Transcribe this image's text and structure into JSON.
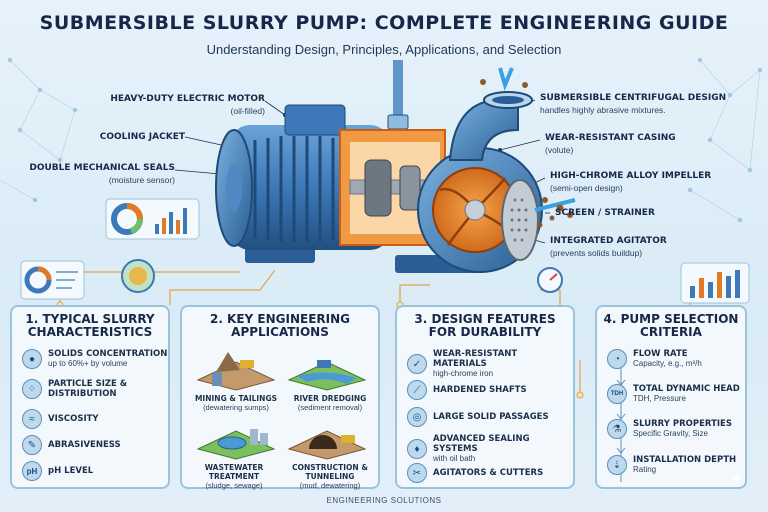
{
  "header": {
    "title": "SUBMERSIBLE SLURRY PUMP: COMPLETE ENGINEERING GUIDE",
    "subtitle": "Understanding Design, Principles, Applications, and Selection"
  },
  "callouts_left": [
    {
      "main": "HEAVY-DUTY ELECTRIC MOTOR",
      "sub": "(oil-filled)"
    },
    {
      "main": "COOLING JACKET",
      "sub": ""
    },
    {
      "main": "DOUBLE MECHANICAL SEALS",
      "sub": "(moisture sensor)"
    }
  ],
  "callouts_right": [
    {
      "main": "SUBMERSIBLE CENTRIFUGAL DESIGN",
      "sub": "handles highly abrasive mixtures."
    },
    {
      "main": "WEAR-RESISTANT CASING",
      "sub": "(volute)"
    },
    {
      "main": "HIGH-CHROME ALLOY IMPELLER",
      "sub": "(semi-open design)"
    },
    {
      "main": "SCREEN / STRAINER",
      "sub": ""
    },
    {
      "main": "INTEGRATED AGITATOR",
      "sub": "(prevents solids buildup)"
    }
  ],
  "panel1": {
    "title_line1": "1. TYPICAL SLURRY",
    "title_line2": "CHARACTERISTICS",
    "items": [
      {
        "main": "SOLIDS CONCENTRATION",
        "sub": "up to 60%+ by volume",
        "icon": "droplets-icon"
      },
      {
        "main": "PARTICLE SIZE &",
        "sub": "DISTRIBUTION",
        "icon": "particles-icon"
      },
      {
        "main": "VISCOSITY",
        "sub": "",
        "icon": "waves-icon"
      },
      {
        "main": "ABRASIVENESS",
        "sub": "",
        "icon": "wrench-icon"
      },
      {
        "main": "pH LEVEL",
        "sub": "",
        "icon": "ph-icon"
      }
    ]
  },
  "panel2": {
    "title_line1": "2. KEY ENGINEERING",
    "title_line2": "APPLICATIONS",
    "apps": [
      {
        "main": "MINING & TAILINGS",
        "sub": "(dewatering sumps)"
      },
      {
        "main": "RIVER DREDGING",
        "sub": "(sediment removal)"
      },
      {
        "main": "WASTEWATER TREATMENT",
        "sub": "(sludge, sewage)"
      },
      {
        "main": "CONSTRUCTION & TUNNELING",
        "sub": "(mud, dewatering)"
      }
    ]
  },
  "panel3": {
    "title_line1": "3. DESIGN FEATURES",
    "title_line2": "FOR DURABILITY",
    "items": [
      {
        "main": "WEAR-RESISTANT MATERIALS",
        "sub": "high-chrome iron",
        "icon": "shield-check-icon"
      },
      {
        "main": "HARDENED SHAFTS",
        "sub": "",
        "icon": "shaft-icon"
      },
      {
        "main": "LARGE SOLID PASSAGES",
        "sub": "",
        "icon": "passage-icon"
      },
      {
        "main": "ADVANCED SEALING SYSTEMS",
        "sub": "with oil bath",
        "icon": "oil-drop-icon"
      },
      {
        "main": "AGITATORS & CUTTERS",
        "sub": "",
        "icon": "cutter-icon"
      }
    ]
  },
  "panel4": {
    "title_line1": "4. PUMP SELECTION",
    "title_line2": "CRITERIA",
    "items": [
      {
        "main": "FLOW RATE",
        "sub": "Capacity, e.g., m³/h",
        "icon": "gauge-icon"
      },
      {
        "main": "TOTAL DYNAMIC HEAD",
        "sub": "TDH, Pressure",
        "icon": "tdh-icon"
      },
      {
        "main": "SLURRY PROPERTIES",
        "sub": "Specific Gravity, Size",
        "icon": "flask-icon"
      },
      {
        "main": "INSTALLATION DEPTH",
        "sub": "Rating",
        "icon": "depth-icon"
      }
    ],
    "tdh_label": "TDH"
  },
  "footer": "ENGINEERING SOLUTIONS",
  "colors": {
    "pump_blue": "#3d78b8",
    "impeller_orange": "#e27a25",
    "panel_border": "#9cc3dc"
  }
}
